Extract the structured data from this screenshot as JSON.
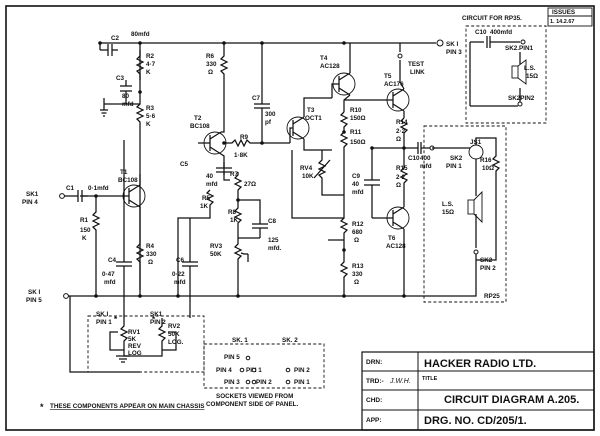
{
  "issues": {
    "heading": "ISSUES",
    "value": "1. 14.2.67"
  },
  "rp35": {
    "title": "CIRCUIT FOR RP35.",
    "c10": "C10",
    "c10_value": "400mfd",
    "pin1": "SK2.PIN1",
    "pin2": "SK2PIN2",
    "ls": "L.S.",
    "ls_ohm": "15Ω"
  },
  "connectors": {
    "sk1_pin3": [
      "SK I",
      "PIN 3"
    ],
    "sk1_pin4": [
      "SK1",
      "PIN 4"
    ],
    "sk1_pin5": [
      "SK I",
      "PIN 5"
    ],
    "test_link": [
      "TEST",
      "LINK"
    ]
  },
  "components": {
    "c2": [
      "C2",
      "80mfd"
    ],
    "c3": [
      "C3",
      "80",
      "mfd"
    ],
    "r2": [
      "R2",
      "4·7",
      "K"
    ],
    "r3": [
      "R3",
      "5·6",
      "K"
    ],
    "r6": [
      "R6",
      "330",
      "Ω"
    ],
    "t4": [
      "T4",
      "AC128"
    ],
    "t5": [
      "T5",
      "AC176"
    ],
    "t3": [
      "T3",
      "OCT1"
    ],
    "t2": [
      "T2",
      "BC108"
    ],
    "t1": [
      "T1",
      "BC108"
    ],
    "t6": [
      "T6",
      "AC128"
    ],
    "c7": [
      "C7",
      "300",
      "pf"
    ],
    "r10": [
      "R10",
      "150Ω"
    ],
    "r11": [
      "R11",
      "150Ω"
    ],
    "r9": [
      "R9",
      "1·8K"
    ],
    "r14": [
      "R14",
      "2·2",
      "Ω"
    ],
    "r15": [
      "R15",
      "2·2",
      "Ω"
    ],
    "c10": [
      "C10",
      "400",
      "mfd"
    ],
    "c5": [
      "C5",
      "40",
      "mfd"
    ],
    "r7": [
      "R7",
      "27Ω"
    ],
    "rv4": [
      "RV4",
      "10K"
    ],
    "c9": [
      "C9",
      "40",
      "mfd"
    ],
    "c1": [
      "C1",
      "0·1mfd"
    ],
    "r5": [
      "R5",
      "1K"
    ],
    "r8": [
      "R8",
      "1K"
    ],
    "c8": [
      "C8",
      "125",
      "mfd."
    ],
    "r1": [
      "R1",
      "150",
      "K"
    ],
    "r4": [
      "R4",
      "330",
      "Ω"
    ],
    "rv3": [
      "RV3",
      "50K"
    ],
    "r12": [
      "R12",
      "680",
      "Ω"
    ],
    "r13": [
      "R13",
      "330",
      "Ω"
    ],
    "c4": [
      "C4",
      "0·47",
      "mfd"
    ],
    "c6": [
      "C6",
      "0·22",
      "mfd"
    ],
    "r16": [
      "R16",
      "10Ω"
    ],
    "rv1": [
      "RV1",
      "5K",
      "REV",
      "LOG"
    ],
    "rv2": [
      "RV2",
      "50K",
      "LOG."
    ]
  },
  "output_box": {
    "js1": "JS1",
    "sk2_pin1": [
      "SK2",
      "PIN 1"
    ],
    "sk2_pin2": [
      "SK2",
      "PIN 2"
    ],
    "ls": [
      "L.S.",
      "15Ω"
    ],
    "rp25": "RP25"
  },
  "lower": {
    "sk1_pin1": [
      "SK I",
      "PIN 1"
    ],
    "sk1_pin2": [
      "SK1",
      "PIN 2"
    ]
  },
  "sockets": {
    "sk1": "SK. 1",
    "sk2": "SK. 2",
    "pin5": "PIN 5",
    "pin4": "PIN 4",
    "pin3": "PIN 3",
    "pin1": "PIN 1",
    "pin2": "PIN 2",
    "pin2b": "PIN 2",
    "pin1b": "PIN 1",
    "note": [
      "SOCKETS VIEWED FROM",
      "COMPONENT SIDE OF PANEL."
    ]
  },
  "footnote": "THESE COMPONENTS APPEAR ON MAIN CHASSIS",
  "title_block": {
    "drn": "DRN:",
    "trd": "TRD:-",
    "trd_sig": "J.W.H.",
    "chd": "CHD:",
    "app": "APP:",
    "company": "HACKER RADIO LTD.",
    "title_label": "TITLE",
    "title": "CIRCUIT DIAGRAM A.205.",
    "drg": "DRG. NO. CD/205/1."
  }
}
